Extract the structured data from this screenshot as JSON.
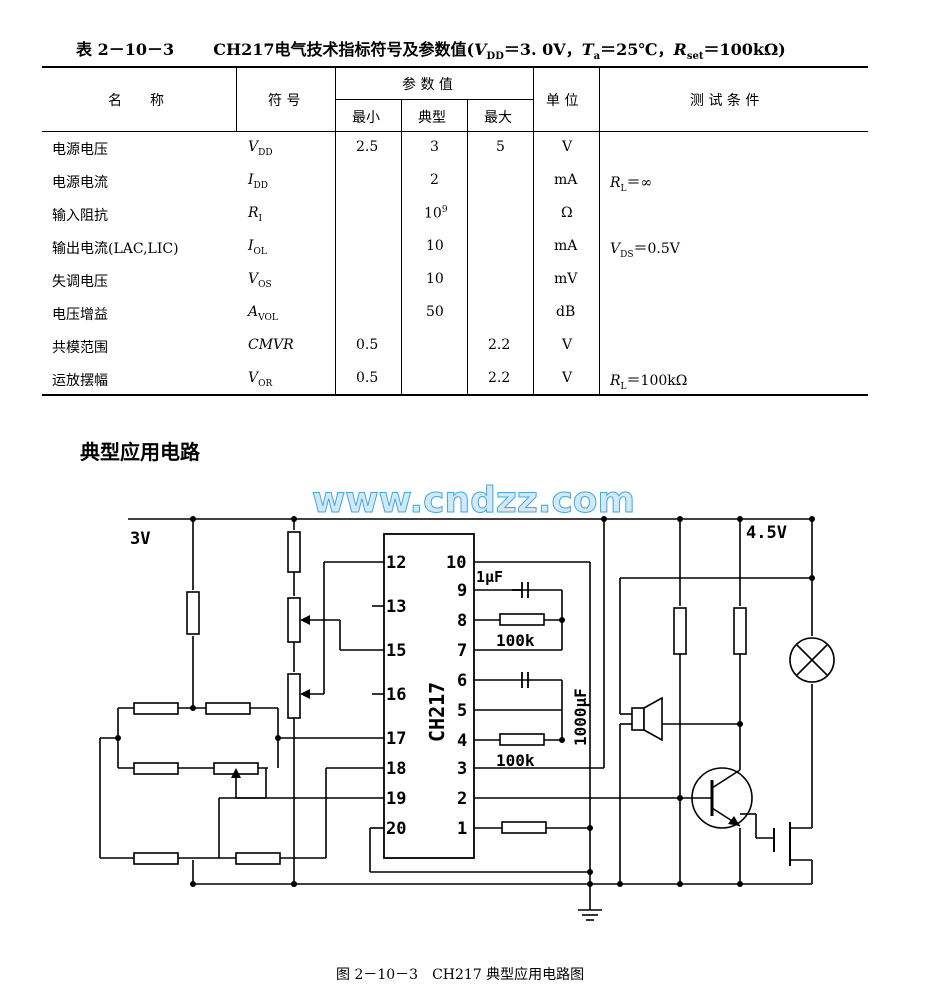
{
  "table": {
    "title_prefix": "表 2－10－3",
    "title_main": "CH217电气技术指标符号及参数值(",
    "title_cond1": "V",
    "title_cond1_sub": "DD",
    "title_cond1_val": "＝3. 0V，",
    "title_cond2": "T",
    "title_cond2_sub": "a",
    "title_cond2_val": "＝25℃，",
    "title_cond3": "R",
    "title_cond3_sub": "set",
    "title_cond3_val": "＝100kΩ)",
    "headers": {
      "name": "名　　称",
      "symbol": "符 号",
      "params": "参 数 值",
      "min": "最小",
      "typ": "典型",
      "max": "最大",
      "unit": "单 位",
      "cond": "测 试 条 件"
    },
    "rows": [
      {
        "name": "电源电压",
        "sym": "V",
        "sub": "DD",
        "min": "2.5",
        "typ": "3",
        "max": "5",
        "unit": "V",
        "cond": "",
        "cond_sub": "",
        "cond_val": ""
      },
      {
        "name": "电源电流",
        "sym": "I",
        "sub": "DD",
        "min": "",
        "typ": "2",
        "max": "",
        "unit": "mA",
        "cond": "R",
        "cond_sub": "L",
        "cond_val": "＝∞"
      },
      {
        "name": "输入阻抗",
        "sym": "R",
        "sub": "I",
        "min": "",
        "typ": "10",
        "typ_sup": "9",
        "max": "",
        "unit": "Ω",
        "cond": "",
        "cond_sub": "",
        "cond_val": ""
      },
      {
        "name": "输出电流(LAC,LIC)",
        "sym": "I",
        "sub": "OL",
        "min": "",
        "typ": "10",
        "max": "",
        "unit": "mA",
        "cond": "V",
        "cond_sub": "DS",
        "cond_val": "＝0.5V"
      },
      {
        "name": "失调电压",
        "sym": "V",
        "sub": "OS",
        "min": "",
        "typ": "10",
        "max": "",
        "unit": "mV",
        "cond": "",
        "cond_sub": "",
        "cond_val": ""
      },
      {
        "name": "电压增益",
        "sym": "A",
        "sub": "VOL",
        "min": "",
        "typ": "50",
        "max": "",
        "unit": "dB",
        "cond": "",
        "cond_sub": "",
        "cond_val": ""
      },
      {
        "name": "共模范围",
        "sym": "CMVR",
        "sub": "",
        "min": "0.5",
        "typ": "",
        "max": "2.2",
        "unit": "V",
        "cond": "",
        "cond_sub": "",
        "cond_val": ""
      },
      {
        "name": "运放摆幅",
        "sym": "V",
        "sub": "OR",
        "min": "0.5",
        "typ": "",
        "max": "2.2",
        "unit": "V",
        "cond": "R",
        "cond_sub": "L",
        "cond_val": "＝100kΩ"
      }
    ]
  },
  "section_title": "典型应用电路",
  "watermark": "www.cndzz.com",
  "circuit": {
    "supply_left": "3V",
    "supply_right": "4.5V",
    "chip_name": "CH217",
    "pins_left": [
      "12",
      "13",
      "15",
      "16",
      "17",
      "18",
      "19",
      "20"
    ],
    "pins_right": [
      "10",
      "9",
      "8",
      "7",
      "6",
      "5",
      "4",
      "3",
      "2",
      "1"
    ],
    "cap_label": "1μF",
    "res_label_1": "100k",
    "res_label_2": "100k",
    "cap_label_big": "1000μF"
  },
  "caption": "图 2－10－3　CH217 典型应用电路图"
}
